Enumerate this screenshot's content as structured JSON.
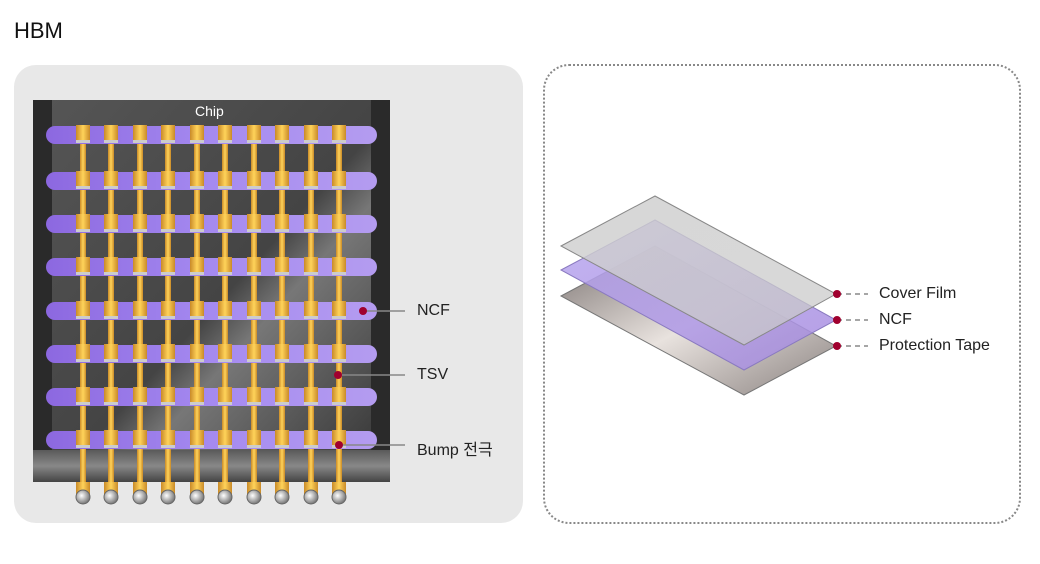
{
  "title": "HBM",
  "left_diagram": {
    "chip_label": "Chip",
    "labels": {
      "ncf": "NCF",
      "tsv": "TSV",
      "bump": "Bump 전극"
    }
  },
  "right_diagram": {
    "labels": {
      "cover_film": "Cover Film",
      "ncf": "NCF",
      "protection_tape": "Protection Tape"
    }
  },
  "colors": {
    "marker": "#a0002e",
    "ncf": "#9b7ae6",
    "gold": "#e0a83a"
  }
}
